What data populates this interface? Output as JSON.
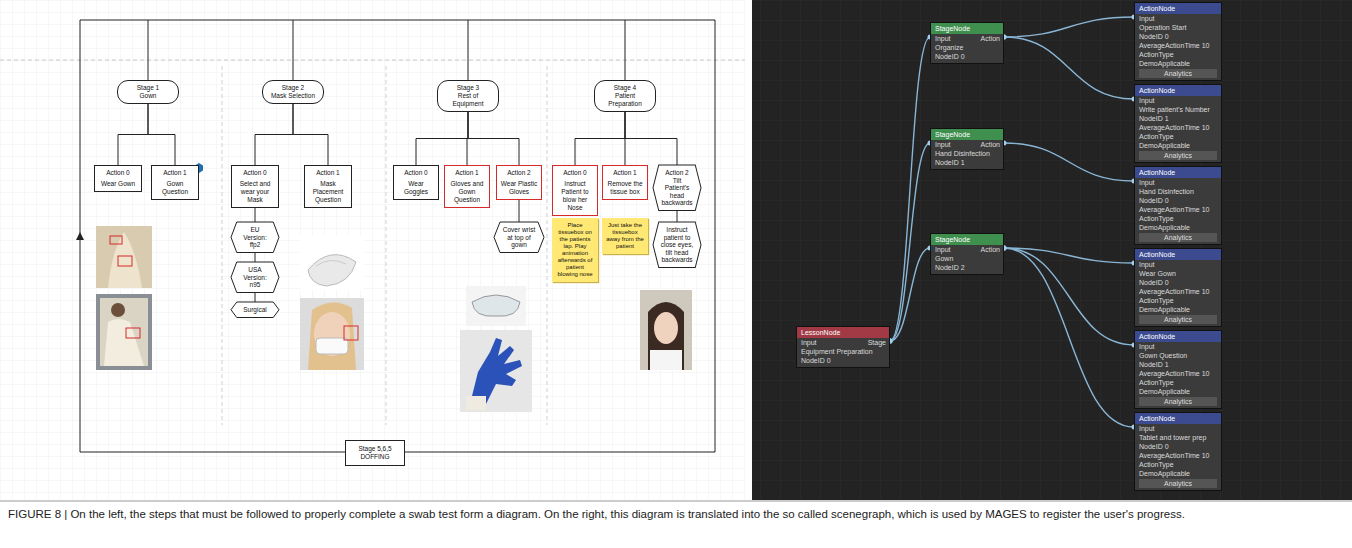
{
  "diagram": {
    "caption": "FIGURE 8 | On the left, the steps that must be followed to properly complete a swab test form a diagram. On the right, this diagram is translated into the so called scenegraph, which is used by MAGES to register the user's progress.",
    "nodes": [
      {
        "text": [
          "Stage 1",
          "Gown"
        ]
      },
      {
        "text": [
          "Action 0",
          "Wear Gown"
        ]
      },
      {
        "text": [
          "Action 1",
          "Gown Question"
        ]
      },
      {
        "text": [
          "Stage 2",
          "Mask Selection"
        ]
      },
      {
        "text": [
          "Action 0",
          "Select and wear your Mask"
        ]
      },
      {
        "text": [
          "Action 1",
          "Mask Placement Question"
        ]
      },
      {
        "text": [
          "EU Version: ffp2"
        ]
      },
      {
        "text": [
          "USA Version: n95"
        ]
      },
      {
        "text": [
          "Surgical"
        ]
      },
      {
        "text": [
          "Stage 3",
          "Rest of Equipment"
        ]
      },
      {
        "text": [
          "Action 0",
          "Wear Goggles"
        ]
      },
      {
        "text": [
          "Action 1",
          "Gloves and Gown Question"
        ]
      },
      {
        "text": [
          "Action 2",
          "Wear Plastic Gloves"
        ]
      },
      {
        "text": [
          "Cover wrist at top of gown"
        ]
      },
      {
        "text": [
          "Stage 4",
          "Patient Preparation"
        ]
      },
      {
        "text": [
          "Action 0",
          "Instruct Patient to blow her Nose"
        ]
      },
      {
        "text": [
          "Action 1",
          "Remove the tissue box"
        ]
      },
      {
        "text": [
          "Action 2",
          "Tilt Patient's head backwards"
        ]
      },
      {
        "text": [
          "Place tissuebox on the patients lap. Play animation afterwards of patient blowing nose"
        ]
      },
      {
        "text": [
          "Just take the tissuebox away from the patient"
        ]
      },
      {
        "text": [
          "Instruct patient to close eyes, tilt head backwards"
        ]
      },
      {
        "text": [
          "Stage 5,6,5 DOFFING"
        ]
      },
      {
        "text": [
          "LessonNode",
          "Input",
          "Stage",
          "Equipment Preparation",
          "NodeID 0"
        ]
      },
      {
        "text": [
          "StageNode",
          "Input",
          "Action",
          "Organize",
          "NodeID 0"
        ]
      },
      {
        "text": [
          "StageNode",
          "Input",
          "Action",
          "Hand Disinfection",
          "NodeID 1"
        ]
      },
      {
        "text": [
          "StageNode",
          "Input",
          "Action",
          "Gown",
          "NodeID 2"
        ]
      },
      {
        "text": [
          "ActionNode",
          "Input",
          "Operation Start",
          "NodeID 0",
          "AverageActionTime 10",
          "ActionType",
          "DemoApplicable",
          "Analytics"
        ]
      },
      {
        "text": [
          "ActionNode",
          "Input",
          "Write patient's Number",
          "NodeID 1",
          "AverageActionTime 10",
          "ActionType",
          "DemoApplicable",
          "Analytics"
        ]
      },
      {
        "text": [
          "ActionNode",
          "Input",
          "Hand Disinfection",
          "NodeID 0",
          "AverageActionTime 10",
          "ActionType",
          "DemoApplicable",
          "Analytics"
        ]
      },
      {
        "text": [
          "ActionNode",
          "Input",
          "Wear Gown",
          "NodeID 0",
          "AverageActionTime 10",
          "ActionType",
          "DemoApplicable",
          "Analytics"
        ]
      },
      {
        "text": [
          "ActionNode",
          "Input",
          "Gown Question",
          "NodeID 1",
          "AverageActionTime 10",
          "ActionType",
          "DemoApplicable",
          "Analytics"
        ]
      },
      {
        "text": [
          "ActionNode",
          "Input",
          "Tablet and tower prep",
          "NodeID 0",
          "AverageActionTime 10",
          "ActionType",
          "DemoApplicable",
          "Analytics"
        ]
      }
    ],
    "edges": [
      {
        "from": 0,
        "to": 1,
        "arrow": "none"
      },
      {
        "from": 0,
        "to": 2,
        "arrow": "none"
      },
      {
        "from": 3,
        "to": 4,
        "arrow": "none"
      },
      {
        "from": 3,
        "to": 5,
        "arrow": "none"
      },
      {
        "from": 4,
        "to": 6,
        "arrow": "none"
      },
      {
        "from": 6,
        "to": 7,
        "arrow": "none"
      },
      {
        "from": 7,
        "to": 8,
        "arrow": "none"
      },
      {
        "from": 9,
        "to": 10,
        "arrow": "none"
      },
      {
        "from": 9,
        "to": 11,
        "arrow": "none"
      },
      {
        "from": 9,
        "to": 12,
        "arrow": "none"
      },
      {
        "from": 12,
        "to": 13,
        "arrow": "none"
      },
      {
        "from": 14,
        "to": 15,
        "arrow": "none"
      },
      {
        "from": 14,
        "to": 16,
        "arrow": "none"
      },
      {
        "from": 14,
        "to": 17,
        "arrow": "none"
      },
      {
        "from": 17,
        "to": 20,
        "arrow": "none"
      },
      {
        "from": 22,
        "to": 23,
        "arrow": "none"
      },
      {
        "from": 22,
        "to": 24,
        "arrow": "none"
      },
      {
        "from": 22,
        "to": 25,
        "arrow": "none"
      },
      {
        "from": 23,
        "to": 26,
        "arrow": "none"
      },
      {
        "from": 23,
        "to": 27,
        "arrow": "none"
      },
      {
        "from": 24,
        "to": 28,
        "arrow": "none"
      },
      {
        "from": 25,
        "to": 29,
        "arrow": "none"
      },
      {
        "from": 25,
        "to": 30,
        "arrow": "none"
      },
      {
        "from": 25,
        "to": 31,
        "arrow": "none"
      }
    ]
  }
}
